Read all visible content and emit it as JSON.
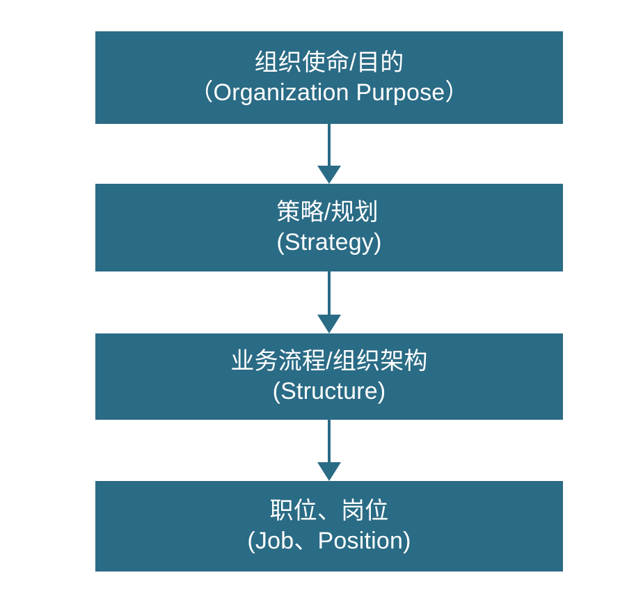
{
  "diagram": {
    "type": "vertical-flowchart",
    "accent_color": "#2a6b85",
    "text_color": "#ffffff",
    "background_color": "#ffffff",
    "nodes": [
      {
        "id": "organization-purpose",
        "line_cn": "组织使命/目的",
        "line_en": "（Organization Purpose）",
        "align": "center"
      },
      {
        "id": "strategy",
        "line_cn": "策略/规划",
        "line_en": "(Strategy)",
        "align": "left"
      },
      {
        "id": "structure",
        "line_cn": "业务流程/组织架构",
        "line_en": "(Structure)",
        "align": "center"
      },
      {
        "id": "job-position",
        "line_cn": "职位、岗位",
        "line_en": "(Job、Position)",
        "align": "center"
      }
    ],
    "connectors": [
      {
        "id": "arrow-purpose-to-strategy",
        "from": "organization-purpose",
        "to": "strategy",
        "direction": "down"
      },
      {
        "id": "arrow-strategy-to-structure",
        "from": "strategy",
        "to": "structure",
        "direction": "down"
      },
      {
        "id": "arrow-structure-to-job",
        "from": "structure",
        "to": "job-position",
        "direction": "down"
      }
    ]
  }
}
